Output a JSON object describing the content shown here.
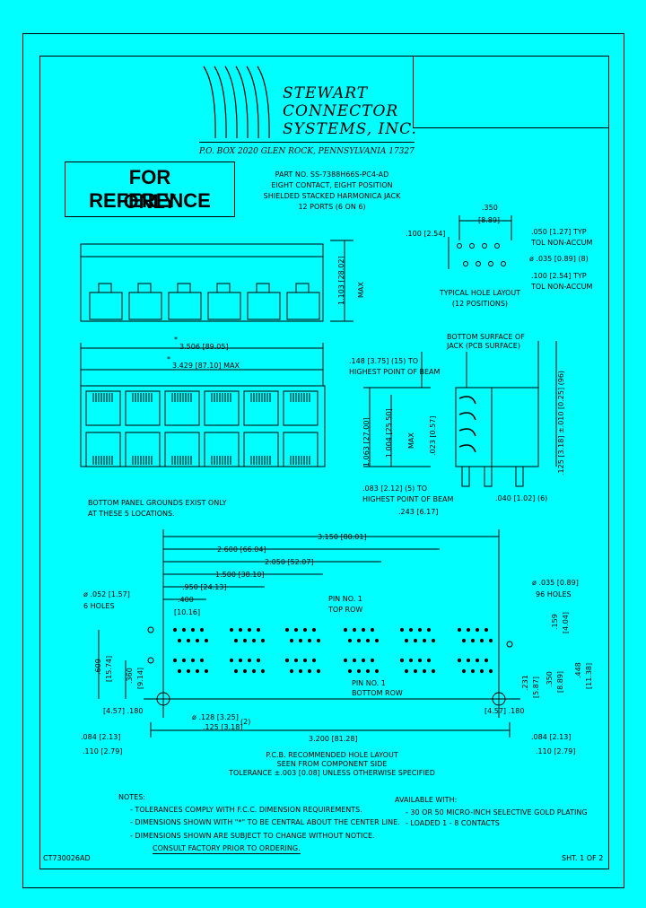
{
  "company": {
    "name_line1": "STEWART",
    "name_line2": "CONNECTOR",
    "name_line3": "SYSTEMS,  INC.",
    "address": "P.O. BOX 2020   GLEN ROCK, PENNSYLVANIA   17327"
  },
  "reference_stamp": {
    "line1": "FOR REFERENCE",
    "line2": "ONLY"
  },
  "part": {
    "number": "PART NO.  SS-7388H66S-PC4-AD",
    "desc1": "EIGHT CONTACT, EIGHT POSITION",
    "desc2": "SHIELDED STACKED HARMONICA JACK",
    "desc3": "12 PORTS (6 ON 6)"
  },
  "hole_layout": {
    "dim_350": ".350",
    "dim_350_mm": "[8.89]",
    "dim_100": ".100 [2.54]",
    "dim_050": ".050  [1.27] TYP",
    "tol1": "TOL NON-ACCUM",
    "dia_035": "ø .035 [0.89] (8)",
    "dim_100_typ": ".100  [2.54] TYP",
    "tol2": "TOL NON-ACCUM",
    "title1": "TYPICAL HOLE LAYOUT",
    "title2": "(12 POSITIONS)"
  },
  "front_view": {
    "height": "1.103 [28.02]",
    "max": "MAX",
    "width1": "3.506 [89.05]",
    "width2": "3.429 [87.10] MAX",
    "star": "*",
    "ground_note1": "BOTTOM PANEL GROUNDS EXIST ONLY",
    "ground_note2": "AT THESE 5 LOCATIONS."
  },
  "side_view": {
    "bottom_surface1": "BOTTOM SURFACE OF",
    "bottom_surface2": "JACK (PCB SURFACE)",
    "dim_148": ".148  [3.75]  (15) TO",
    "highest1": "HIGHEST POINT OF BEAM",
    "dim_1063": "1.063 [27.00]",
    "dim_1004": "1.004  [25.50]",
    "max": "MAX",
    "dim_023": ".023 [0.57]",
    "dim_125": ".125  [3.18] ±.010  [0.25]  (96)",
    "dim_083": ".083  [2.12]  (5) TO",
    "highest2": "HIGHEST POINT OF BEAM",
    "dim_040": ".040  [1.02]  (6)",
    "dim_243": ".243  [6.17]"
  },
  "pcb_layout": {
    "dim_3150": "3.150 [80.01]",
    "dim_2600": "2.600 [66.04]",
    "dim_2050": "2.050 [52.07]",
    "dim_1500": "1.500 [38.10]",
    "dim_950": ".950 [24.13]",
    "dim_400": ".400",
    "dim_400_mm": "[10.16]",
    "hole_052": "ø .052 [1.57]",
    "holes_6": "6 HOLES",
    "hole_035": "ø .035 [0.89]",
    "holes_96": "96 HOLES",
    "pin1_top1": "PIN NO. 1",
    "pin1_top2": "TOP ROW",
    "pin1_bot1": "PIN NO. 1",
    "pin1_bot2": "BOTTOM ROW",
    "dim_609": ".609",
    "dim_609_mm": "[15.74]",
    "dim_360": ".360",
    "dim_360_mm": "[9.14]",
    "dim_159": ".159",
    "dim_159_mm": "[4.04]",
    "dim_231": ".231",
    "dim_231_mm": "[5.87]",
    "dim_350": ".350",
    "dim_350_mm": "[8.89]",
    "dim_448": ".448",
    "dim_448_mm": "[11.38]",
    "dim_457_l": "[4.57]  .180",
    "dim_457_r": "[4.57]  .180",
    "dim_128": "ø .128 [3.25]",
    "dim_125": ".125 [3.18]",
    "dim_125_qty": "(2)",
    "dim_084_l": ".084  [2.13]",
    "dim_084_r": ".084  [2.13]",
    "dim_3200": "3.200  [81.28]",
    "dim_110_l": ".110  [2.79]",
    "dim_110_r": ".110  [2.79]",
    "caption1": "P.C.B. RECOMMENDED HOLE LAYOUT",
    "caption2": "SEEN FROM COMPONENT SIDE",
    "caption3": "TOLERANCE ±.003 [0.08] UNLESS OTHERWISE SPECIFIED"
  },
  "notes": {
    "title": "NOTES:",
    "n1": "-  TOLERANCES COMPLY WITH F.C.C. DIMENSION REQUIREMENTS.",
    "n2": "-  DIMENSIONS SHOWN WITH \"*\" TO BE CENTRAL ABOUT THE CENTER LINE.",
    "n3": "-  DIMENSIONS SHOWN ARE SUBJECT TO CHANGE WITHOUT NOTICE.",
    "n4": "CONSULT FACTORY PRIOR TO ORDERING."
  },
  "available": {
    "title": "AVAILABLE WITH:",
    "a1": "-  30 OR 50 MICRO-INCH SELECTIVE GOLD PLATING",
    "a2": "-  LOADED   1  -  8 CONTACTS"
  },
  "footer": {
    "doc_number": "CT730026AD",
    "sheet": "SHT. 1 OF 2"
  },
  "colors": {
    "background": "#00ffff",
    "ink": "#000000"
  }
}
